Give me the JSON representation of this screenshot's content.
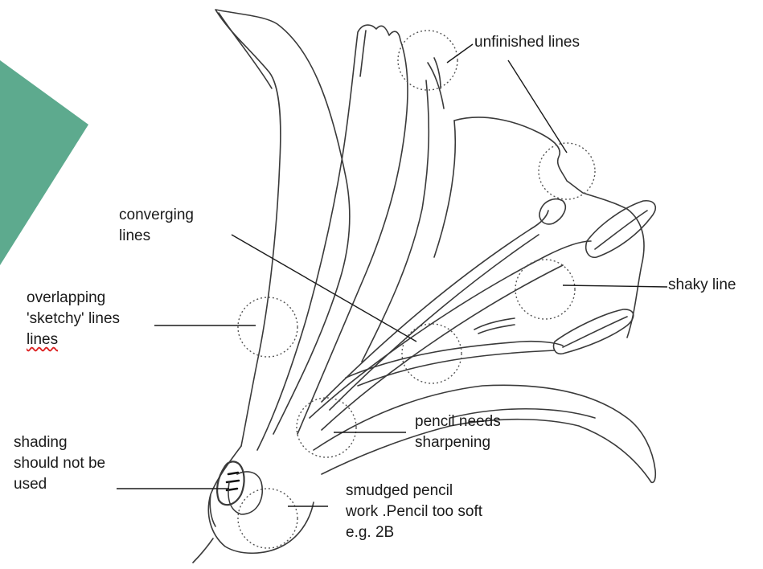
{
  "colors": {
    "accent_teal": "#5daa8e",
    "ink": "#1a1a1a",
    "pencil": "#3a3a3a",
    "guide_circle": "#555555"
  },
  "annotations": {
    "unfinished": "unfinished lines",
    "converging": [
      "converging",
      "lines"
    ],
    "shaky": "shaky line",
    "overlapping": [
      "overlapping",
      "'sketchy' lines",
      "lines"
    ],
    "pencil_sharpen": [
      "pencil needs",
      "sharpening"
    ],
    "shading": [
      "shading",
      "should not be",
      "used"
    ],
    "smudged": [
      "smudged pencil",
      "work .Pencil too soft",
      "e.g. 2B"
    ]
  }
}
